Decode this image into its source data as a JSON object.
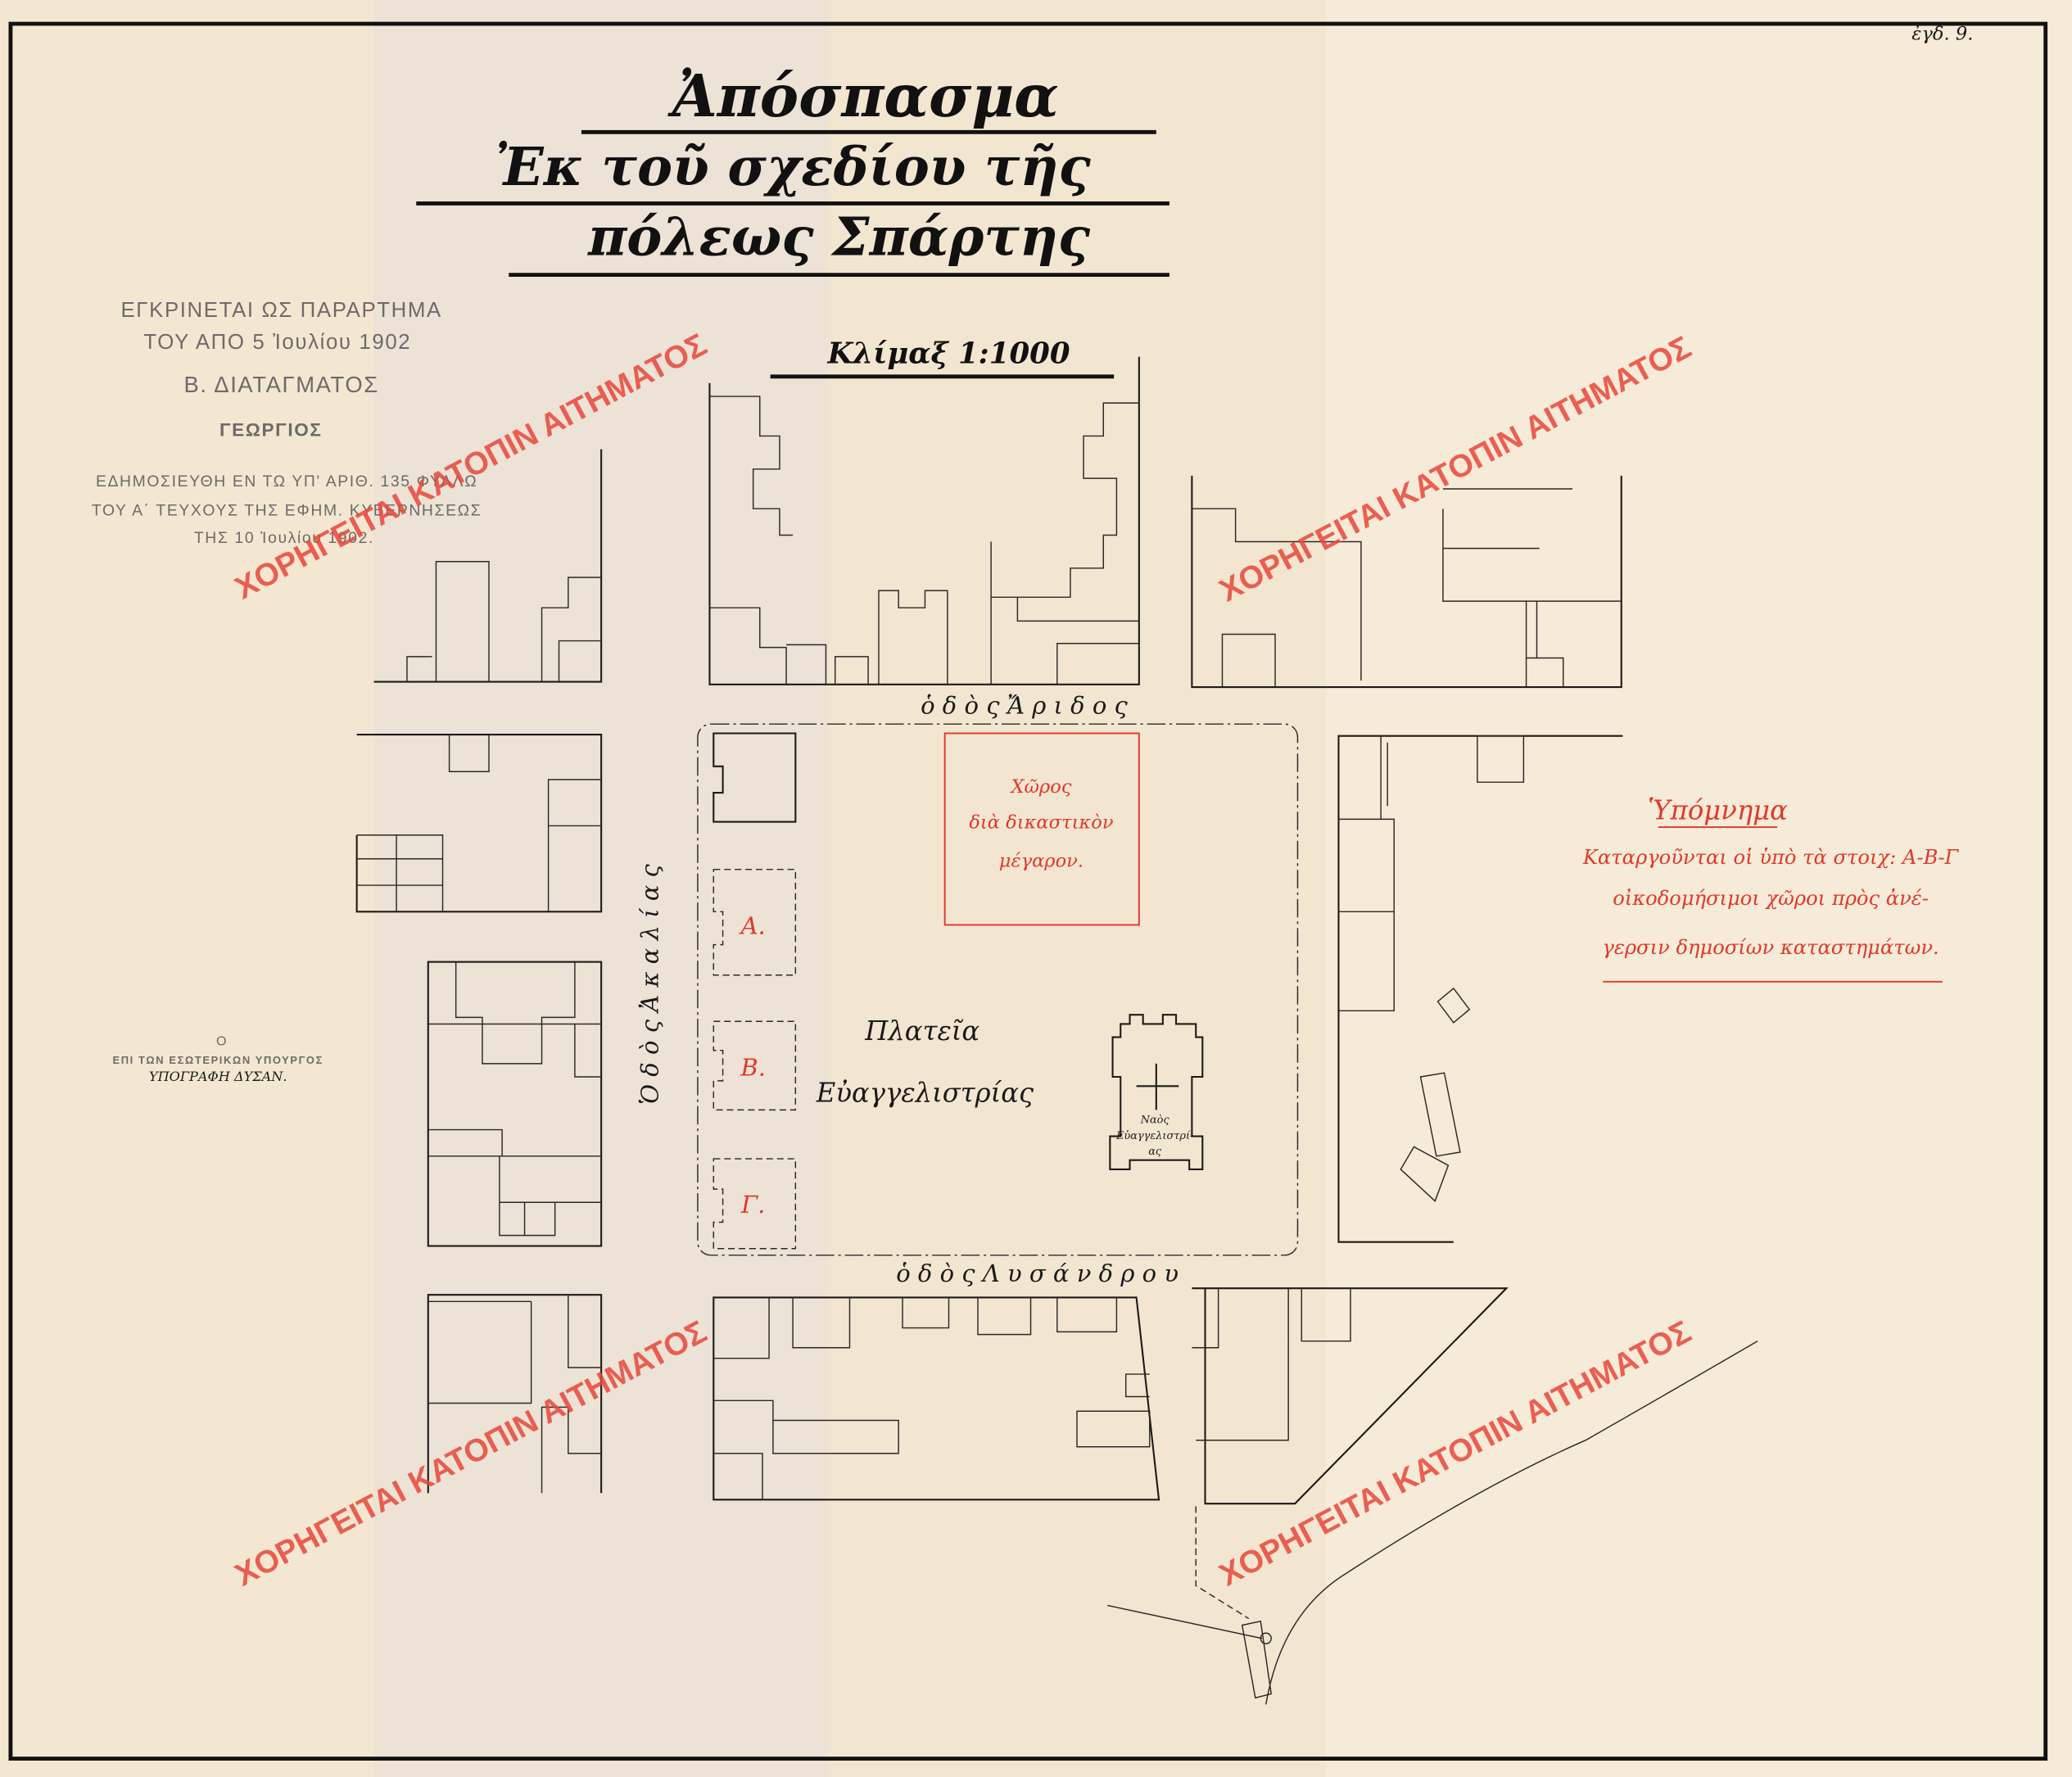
{
  "sheet_number": "ἐγδ. 9.",
  "title": {
    "line1": "Ἀπόσπασμα",
    "line2": "Ἐκ τοῦ σχεδίου τῆς",
    "line3": "πόλεως Σπάρτης"
  },
  "scale": "Κλίμαξ 1:1000",
  "stamp": {
    "line1": "ΕΓΚΡΙΝΕΤΑΙ ΩΣ ΠΑΡΑΡΤΗΜΑ",
    "line2": "ΤΟΥ ΑΠΟ 5 Ἰουλίου 1902",
    "line3": "Β. ΔΙΑΤΑΓΜΑΤΟΣ",
    "line4": "ΓΕΩΡΓΙΟΣ",
    "line5": "ΕΔΗΜΟΣΙΕΥΘΗ ΕΝ ΤΩ ΥΠ' ΑΡΙΘ. 135 ΦΥΛΛΩ",
    "line6": "ΤΟΥ Α΄ ΤΕΥΧΟΥΣ ΤΗΣ ΕΦΗΜ. ΚΥΒΕΡΝΗΣΕΩΣ",
    "line7": "ΤΗΣ 10 Ἰουλίου 1902."
  },
  "minister": {
    "line1": "Ο",
    "line2": "ΕΠΙ ΤΩΝ ΕΣΩΤΕΡΙΚΩΝ ΥΠΟΥΡΓΟΣ",
    "line3": "ΥΠΟΓΡΑΦΗ ΔΥΣΑΝ."
  },
  "streets": {
    "north": "ὁ δ ὸ ς   Ἄ ρ ι δ ο ς",
    "south": "ὁ δ ὸ ς   Λ υ σ ά ν δ ρ ο υ",
    "west": "Ὁ δ ὸ ς   Ἀ κ α λ ί α ς"
  },
  "square": {
    "name_line1": "Πλατεῖα",
    "name_line2": "Εὐαγγελιστρίας",
    "plots": [
      "A.",
      "B.",
      "Γ."
    ],
    "courthouse_line1": "Χῶρος",
    "courthouse_line2": "διὰ δικαστικὸν",
    "courthouse_line3": "μέγαρον.",
    "church_line1": "Ναὸς",
    "church_line2": "Εὐαγγελιστρί-",
    "church_line3": "ας"
  },
  "note": {
    "heading": "Ὑπόμνημα",
    "line1": "Καταργοῦνται οἱ ὑπὸ τὰ στοιχ: Α-Β-Γ",
    "line2": "οἰκοδομήσιμοι χῶροι πρὸς ἀνέ-",
    "line3": "γερσιν δημοσίων καταστημάτων."
  },
  "watermark": "ΧΟΡΗΓΕΙΤΑΙ ΚΑΤΟΠΙΝ ΑΙΤΗΜΑΤΟΣ",
  "colors": {
    "ink": "#1c1a18",
    "red": "#e0392b",
    "stamp": "#6d6a6a",
    "paper": "#f4e7d2"
  }
}
